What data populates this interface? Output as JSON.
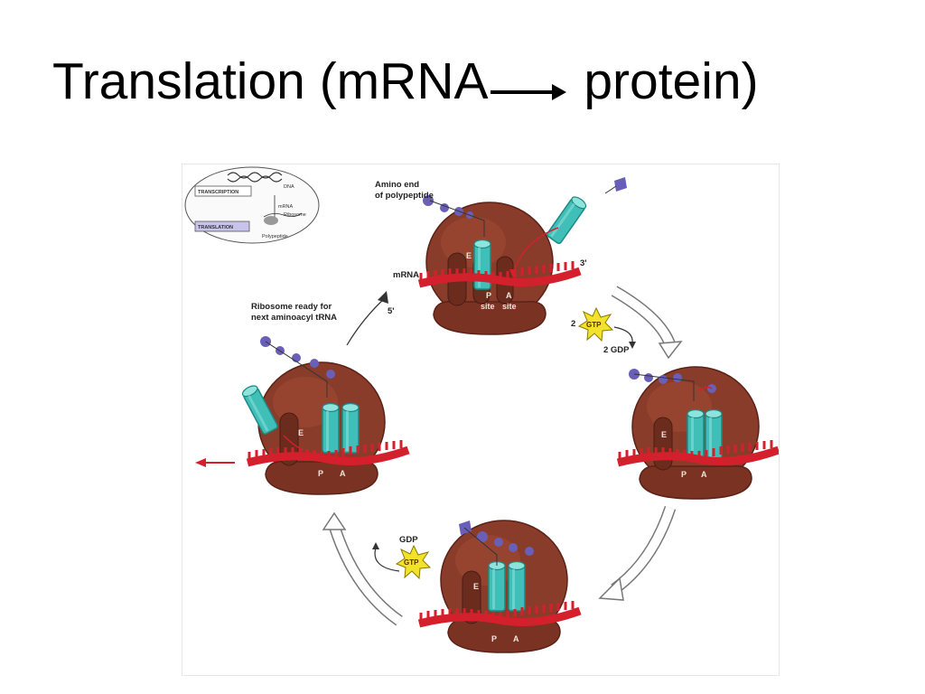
{
  "slide": {
    "title_prefix": "Translation (mRNA",
    "title_suffix": " protein)"
  },
  "inset": {
    "transcription": "TRANSCRIPTION",
    "translation": "TRANSLATION",
    "dna": "DNA",
    "mrna": "mRNA",
    "ribosome": "Ribosome",
    "polypeptide": "Polypeptide"
  },
  "labels": {
    "amino_end": "Amino end",
    "of_polypeptide": "of polypeptide",
    "mrna": "mRNA",
    "three_prime": "3'",
    "five_prime": "5'",
    "p": "P",
    "a": "A",
    "e": "E",
    "site": "site",
    "ribosome_ready_1": "Ribosome ready for",
    "ribosome_ready_2": "next aminoacyl tRNA",
    "two": "2",
    "gtp": "GTP",
    "two_gdp": "2 GDP",
    "gdp": "GDP"
  },
  "colors": {
    "ribosome": "#8a3c2a",
    "ribosome_dark": "#5a2218",
    "trna": "#3fbfb8",
    "trna_dark": "#1f8883",
    "mrna": "#d4202c",
    "amino_acid": "#6a5fb8",
    "gtp_burst": "#f2e22a",
    "cycle_arrow": "#ffffff"
  }
}
